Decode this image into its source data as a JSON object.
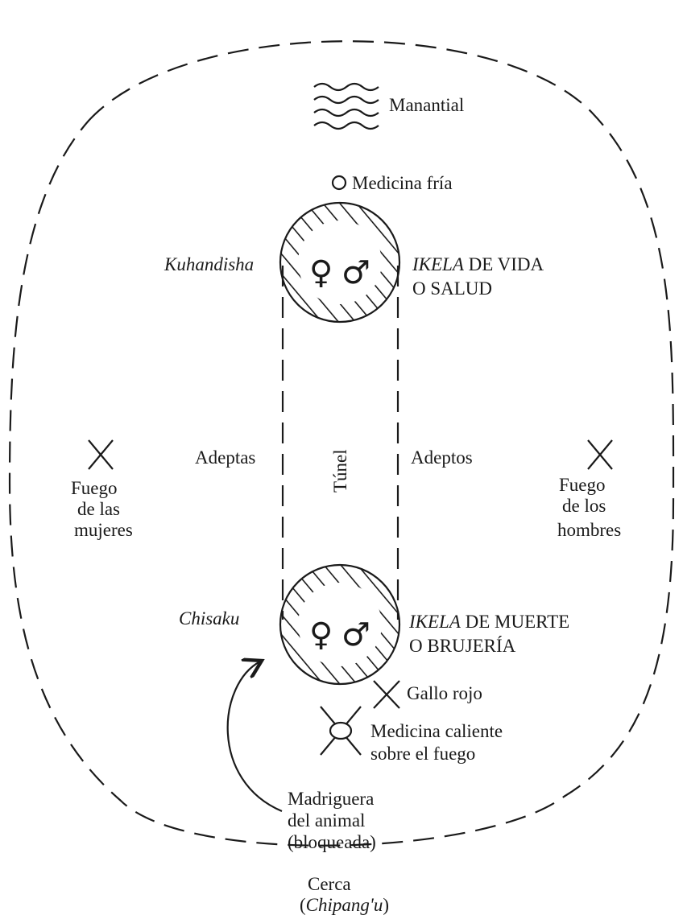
{
  "labels": {
    "spring": "Manantial",
    "cold_medicine": "Medicina fría",
    "upper_left": "Kuhandisha",
    "upper_right_italic": "IKELA",
    "upper_right_rest": " DE VIDA",
    "upper_right_line2": "O SALUD",
    "adeptas": "Adeptas",
    "tunnel": "Túnel",
    "adeptos": "Adeptos",
    "women_fire": [
      "Fuego",
      "de las",
      "mujeres"
    ],
    "men_fire": [
      "Fuego",
      "de los",
      "hombres"
    ],
    "lower_left": "Chisaku",
    "lower_right_italic": "IKELA",
    "lower_right_rest": " DE MUERTE",
    "lower_right_line2": "O BRUJERÍA",
    "red_rooster": "Gallo rojo",
    "hot_medicine": [
      "Medicina caliente",
      "sobre el fuego"
    ],
    "burrow": [
      "Madriguera",
      "del animal",
      "(bloqueada)"
    ],
    "fence": "Cerca",
    "fence_native_open": "(",
    "fence_native": "Chipang'u",
    "fence_native_close": ")"
  },
  "symbols": {
    "female": "♀",
    "male": "♂"
  },
  "icons": [
    "water-waves-icon",
    "small-circle-icon",
    "cross-icon",
    "arrow-icon",
    "female-symbol",
    "male-symbol"
  ]
}
